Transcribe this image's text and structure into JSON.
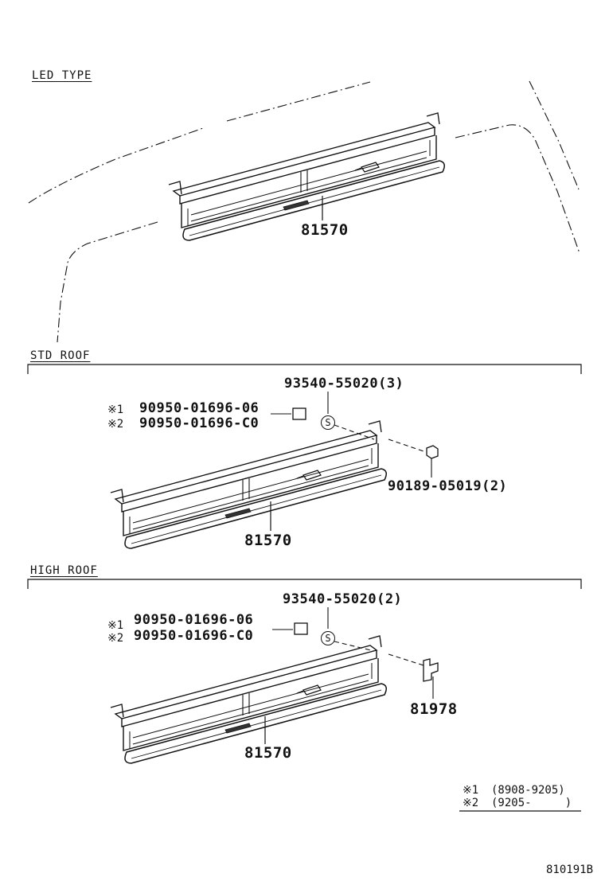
{
  "sections": {
    "led": {
      "title": "LED TYPE",
      "part": "81570"
    },
    "std": {
      "title": "STD ROOF",
      "screw": "93540-55020(3)",
      "variant1_mark": "※1",
      "variant1_part": "90950-01696-06",
      "variant2_mark": "※2",
      "variant2_part": "90950-01696-C0",
      "clip": "90189-05019(2)",
      "part": "81570"
    },
    "high": {
      "title": "HIGH ROOF",
      "screw": "93540-55020(2)",
      "variant1_mark": "※1",
      "variant1_part": "90950-01696-06",
      "variant2_mark": "※2",
      "variant2_part": "90950-01696-C0",
      "clip": "81978",
      "part": "81570"
    }
  },
  "screw_symbol": "S",
  "legend": [
    {
      "mark": "※1",
      "range": "(8908-9205)"
    },
    {
      "mark": "※2",
      "range": "(9205-     )"
    }
  ],
  "figure_id": "810191B"
}
